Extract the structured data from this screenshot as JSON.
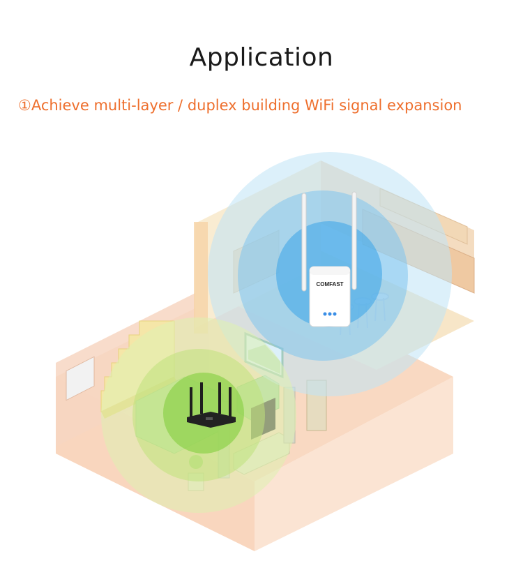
{
  "page": {
    "title": "Application",
    "subtitle": "①Achieve multi-layer / duplex building WiFi signal expansion"
  },
  "devices": {
    "extender_brand": "COMFAST"
  },
  "colors": {
    "title": "#1a1a1a",
    "subtitle": "#ee6f2d",
    "blue_signal": "#3aa6e6",
    "green_signal": "#8dd14a",
    "upper_floor": "#f6e3bf",
    "lower_floor": "#f7c9a8"
  },
  "icons": {
    "router": "router-icon",
    "extender": "wifi-extender-icon",
    "staircase": "staircase-icon"
  }
}
